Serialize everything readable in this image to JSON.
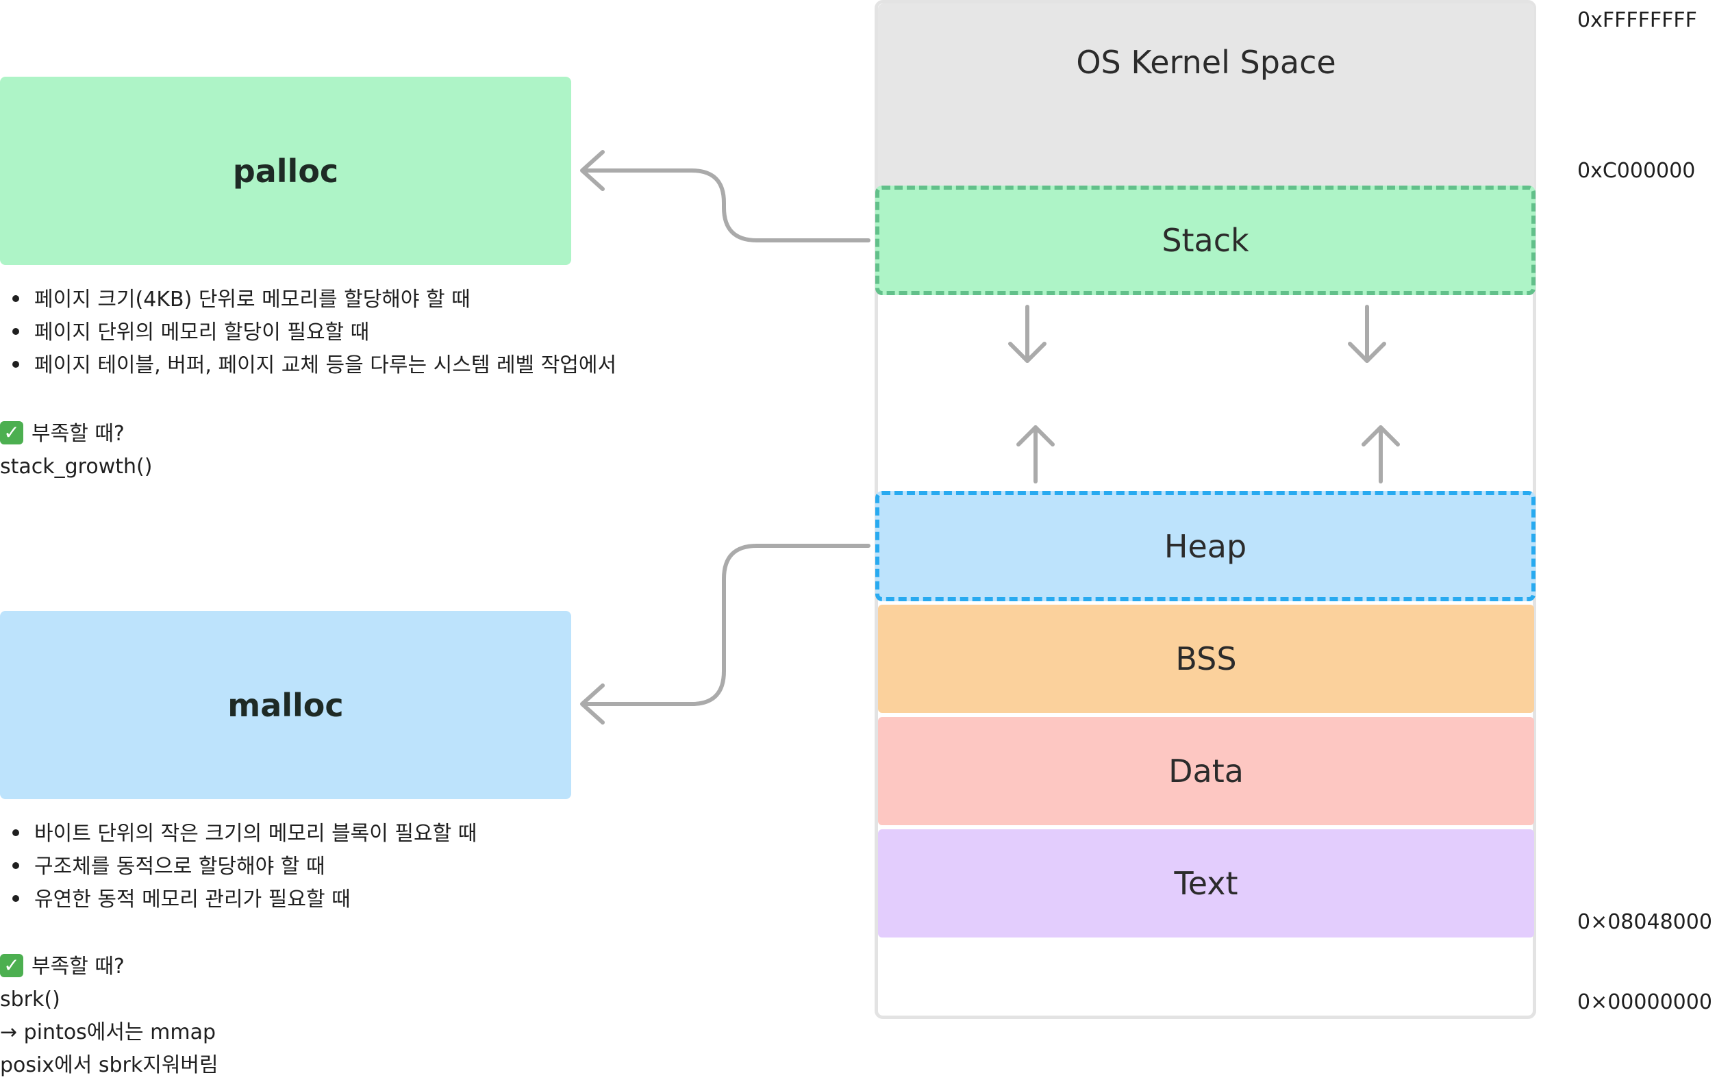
{
  "left": {
    "palloc": {
      "title": "palloc",
      "bullets": [
        "페이지 크기(4KB) 단위로 메모리를 할당해야 할 때",
        "페이지 단위의 메모리 할당이 필요할 때",
        "페이지 테이블, 버퍼, 페이지 교체 등을 다루는 시스템 레벨 작업에서"
      ],
      "check_label": "부족할 때?",
      "fallback_lines": [
        "stack_growth()"
      ]
    },
    "malloc": {
      "title": "malloc",
      "bullets": [
        "바이트 단위의 작은 크기의 메모리 블록이 필요할 때",
        "구조체를 동적으로 할당해야 할 때",
        "유연한 동적 메모리 관리가 필요할 때"
      ],
      "check_label": "부족할 때?",
      "fallback_lines": [
        "sbrk()",
        "→ pintos에서는 mmap",
        "posix에서 sbrk지워버림"
      ]
    }
  },
  "memory": {
    "segments": {
      "kernel": "OS Kernel Space",
      "stack": "Stack",
      "heap": "Heap",
      "bss": "BSS",
      "data": "Data",
      "text": "Text"
    },
    "addresses": {
      "top": "0xFFFFFFFF",
      "kernel_base": "0xC000000",
      "text_base": "0×08048000",
      "bottom": "0×00000000"
    }
  },
  "icons": {
    "check": "check-mark-icon",
    "arrow": "arrow-icon"
  },
  "colors": {
    "kernel": "#e6e6e6",
    "stack": "#aef4c7",
    "stack_border": "#62c08a",
    "heap": "#bde3fc",
    "heap_border": "#28aaf0",
    "bss": "#fbd19c",
    "data": "#fdc7c2",
    "text": "#e3cdfd",
    "arrow": "#aaaaaa"
  }
}
